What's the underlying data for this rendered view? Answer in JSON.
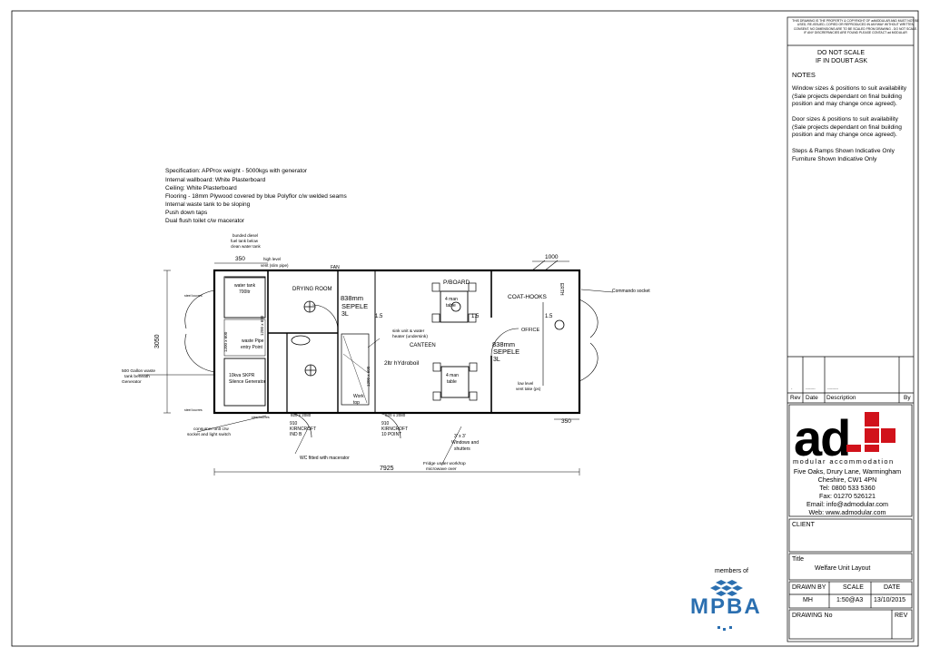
{
  "title_block": {
    "copyright": "THIS DRAWING IS THE PROPERTY & COPYRIGHT OF adMODULAR AND MUST NOT BE USED, RE-ISSUED, COPIED OR REPRODUCED IN ANYWAY WITHOUT WRITTEN CONSENT. NO DIMENSIONS ARE TO BE SCALED FROM DRAWING - DO NOT SCALE. IF ANY DISCREPANCIES ARE FOUND PLEASE CONTACT ad MODULAR",
    "do_not_scale": "DO NOT SCALE",
    "if_in_doubt": "IF IN DOUBT ASK",
    "notes_heading": "NOTES",
    "notes": [
      "Window sizes & positions to suit availability (Sale projects dependant on final building position and may change once agreed).",
      "Door sizes & positions to suit availability (Sale projects dependant on final building position and may change once agreed).",
      "Steps & Ramps Shown Indicative Only\nFurniture Shown Indicative Only"
    ],
    "rev_headers": {
      "rev": "Rev",
      "date": "Date",
      "description": "Description",
      "by": "By"
    },
    "rev_row": {
      "rev": "-",
      "date": "--------",
      "description": "---------"
    },
    "logo_text": "ad",
    "logo_subtitle": "modular accommodation",
    "address": [
      "Five Oaks, Drury Lane, Warmingham",
      "Cheshire, CW1 4PN",
      "Tel: 0800 533 5360",
      "Fax: 01270 526121",
      "Email: info@admodular.com",
      "Web: www.admodular.com"
    ],
    "client_label": "CLIENT",
    "title_label": "Title",
    "title_value": "Welfare Unit Layout",
    "drawn_by_label": "DRAWN BY",
    "drawn_by": "MH",
    "scale_label": "SCALE",
    "scale": "1:50@A3",
    "date_label": "DATE",
    "date": "13/10/2015",
    "drawing_no_label": "DRAWING No",
    "rev_label": "REV"
  },
  "members": {
    "label": "members of",
    "logo": "MPBA"
  },
  "specification": [
    "Specification: APProx weight - 5000kgs with generator",
    "Internal wallboard: White Plasterboard",
    "Ceiling: White Plasterboard",
    "Flooring - 18mm Plywood covered by blue Polyflor c/w welded seams",
    "Internal waste tank to be sloping",
    "Push down taps",
    "Dual flush toilet c/w macerator"
  ],
  "plan": {
    "dims": {
      "overall_length": "7925",
      "width": "3050",
      "tank_room": "350",
      "door_1000": "1000",
      "corner_350": "350"
    },
    "rooms": {
      "drying_room": "DRYING ROOM",
      "canteen": "CANTEEN",
      "office": "OFFICE",
      "coat_hooks": "COAT-HOOKS",
      "pboard": "P/BOARD",
      "erth": "ERTH"
    },
    "labels": {
      "sepele_1": "838mm",
      "sepele_1b": "SEPELE",
      "sepele_1c": "3L",
      "sepele_2": "838mm",
      "sepele_2b": "SEPELE",
      "sepele_2c": "3L",
      "one_five_a": "1.5",
      "one_five_b": "1.5",
      "one_five_c": "1.5",
      "table_1": "4 man",
      "table_1b": "table",
      "table_2": "4 man",
      "table_2b": "table",
      "water_tank": "water tank",
      "water_tank_b": "700ltr",
      "waste_pipe": "waste Pipe",
      "waste_pipe_b": "entry Point",
      "generator": "10kva SKPR",
      "generator_b": "Silence Generator",
      "fan": "FAN",
      "high_level_vent": "high level",
      "high_level_vent_b": "vent (slim pipe)",
      "bunded_fuel": "bunded diesel",
      "bunded_fuel_b": "fuel tank below",
      "bunded_fuel_c": "clean water tank",
      "steel_louvres_1": "steel louvres",
      "steel_louvres_2": "steel louvres",
      "steel_louvres_3": "steel louvres",
      "sink_unit": "sink unit & water",
      "sink_unit_b": "heater (undersink)",
      "hydroboil": "2ltr hYdroboil",
      "work_top": "Work",
      "work_top_b": "top",
      "door_910_a": "910",
      "door_910_a2": "KIRNCROFT",
      "door_910_a3": "IND B",
      "door_910_b": "910",
      "door_910_b2": "KIRNCROFT",
      "door_910_b3": "10 POINT",
      "win_920_a": "920 x 2080",
      "win_920_b": "920 x 2080",
      "win_1200": "1200 x 600",
      "win_1200_b": "1200 x 600",
      "win_1200_c": "1200 x 600",
      "low_level_vent": "low level",
      "low_level_vent_b": "vent take (ps)",
      "window_3x3": "3' x 3'",
      "window_3x3_b": "Windows and",
      "window_3x3_c": "shutters",
      "commando": "Commando socket",
      "gallon_tank": "500 Gallon waste",
      "gallon_tank_b": "tank beneath",
      "gallon_tank_c": "Generator",
      "consumer_unit": "consumer unit c/w",
      "consumer_unit_b": "socket and light switch",
      "wc_fitted": "WC fitted with macerator",
      "fridge": "Fridge under work/top",
      "fridge_b": "microwave over"
    }
  }
}
